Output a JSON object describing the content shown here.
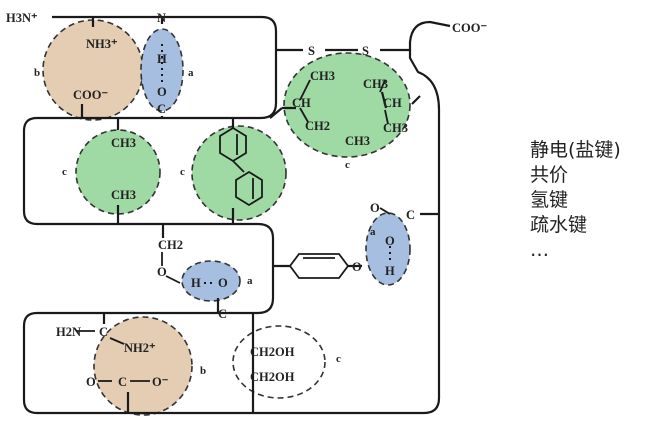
{
  "diagram": {
    "chem": {
      "h3n": "H3N⁺",
      "n_top": "N",
      "coo_top": "COO⁻",
      "s1": "S",
      "s2": "S",
      "nh3": "NH3⁺",
      "coo_b": "COO⁻",
      "h_a": "H",
      "o_a": "O",
      "c_a": "C",
      "ch3_upper1": "CH3",
      "ch_left": "CH",
      "ch2_left": "CH2",
      "ch3_bottom": "CH3",
      "ch3_upper2": "CH3",
      "ch_right": "CH",
      "ch3_right": "CH3",
      "ch3_mid1": "CH3",
      "ch3_mid2": "CH3",
      "o_tyr": "O",
      "c_tyr": "C",
      "o_tyr_h": "O",
      "h_tyr": "H",
      "ch2_ser": "CH2",
      "o_ser": "O",
      "h_ser": "H",
      "o_ser2": "O",
      "c_ser": "C",
      "o_link": "O",
      "h2n": "H2N",
      "c_arg": "C",
      "nh2": "NH2⁺",
      "o_asp": "O",
      "c_asp": "C",
      "o_asp2": "O⁻",
      "ch2oh1": "CH2OH",
      "ch2oh2": "CH2OH"
    },
    "labels": {
      "a1": "a",
      "b1": "b",
      "c1": "c",
      "c2": "c",
      "c3": "c",
      "a2": "a",
      "a3": "a",
      "b2": "b",
      "c4": "c"
    },
    "colors": {
      "electrostatic": "#e5cdb3",
      "hydrogen": "#a6bfe0",
      "hydrophobic": "#9fd9a4",
      "line": "#1a1a1a"
    }
  },
  "legend": {
    "items": [
      "静电(盐键)",
      "共价",
      "氢键",
      "疏水键",
      "…"
    ]
  }
}
